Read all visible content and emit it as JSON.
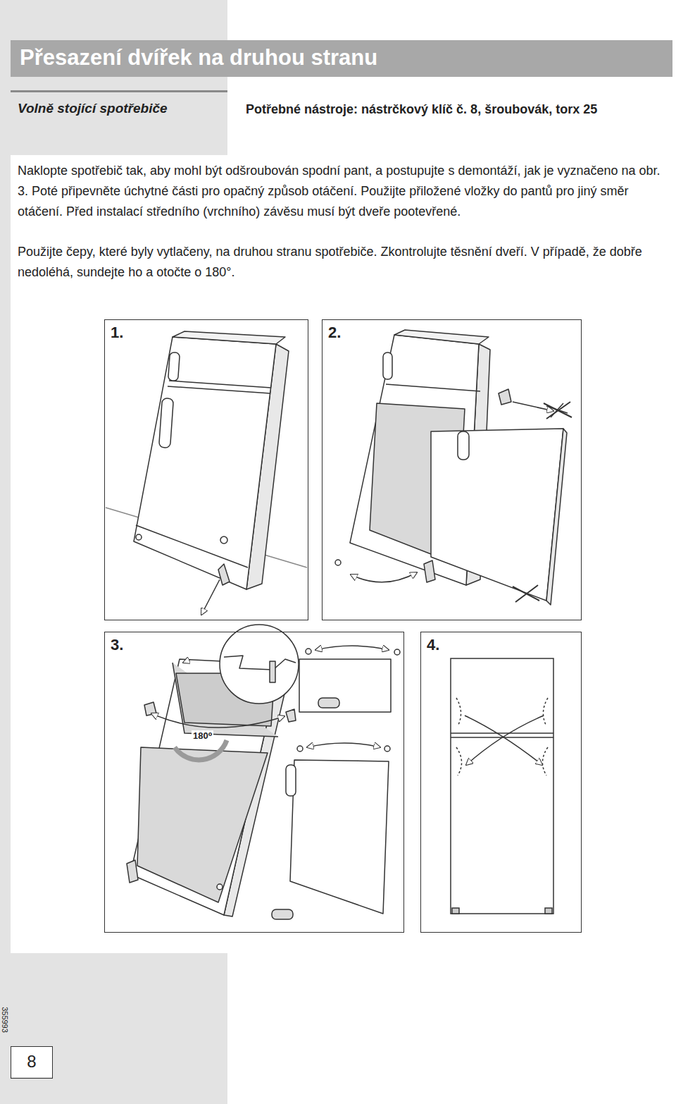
{
  "diagram": {
    "title": "Přesazení dvířek na druhou stranu",
    "nodes": [
      {
        "text": [
          "1."
        ]
      },
      {
        "text": [
          "2."
        ]
      },
      {
        "text": [
          "3."
        ]
      },
      {
        "text": [
          "4."
        ]
      },
      {
        "text": [
          "8"
        ]
      }
    ],
    "labels": [
      "Volně stojící spotřebiče",
      "Potřebné nástroje: nástrčkový klíč č. 8, šroubovák, torx 25",
      "Naklopte spotřebič tak, aby mohl být odšroubován spodní pant, a postupujte s demontáží, jak je vyznačeno na obr. 3. Poté připevněte úchytné části pro opačný způsob otáčení. Použijte přiložené vložky do pantů pro jiný směr otáčení. Před instalací středního (vrchního) závěsu musí být dveře pootevřené.",
      "Použijte čepy, které byly vytlačeny, na druhou stranu spotřebiče. Zkontrolujte těsnění dveří. V případě, že dobře nedoléhá, sundejte ho a otočte o 180°.",
      "180⁰",
      "355993"
    ]
  }
}
